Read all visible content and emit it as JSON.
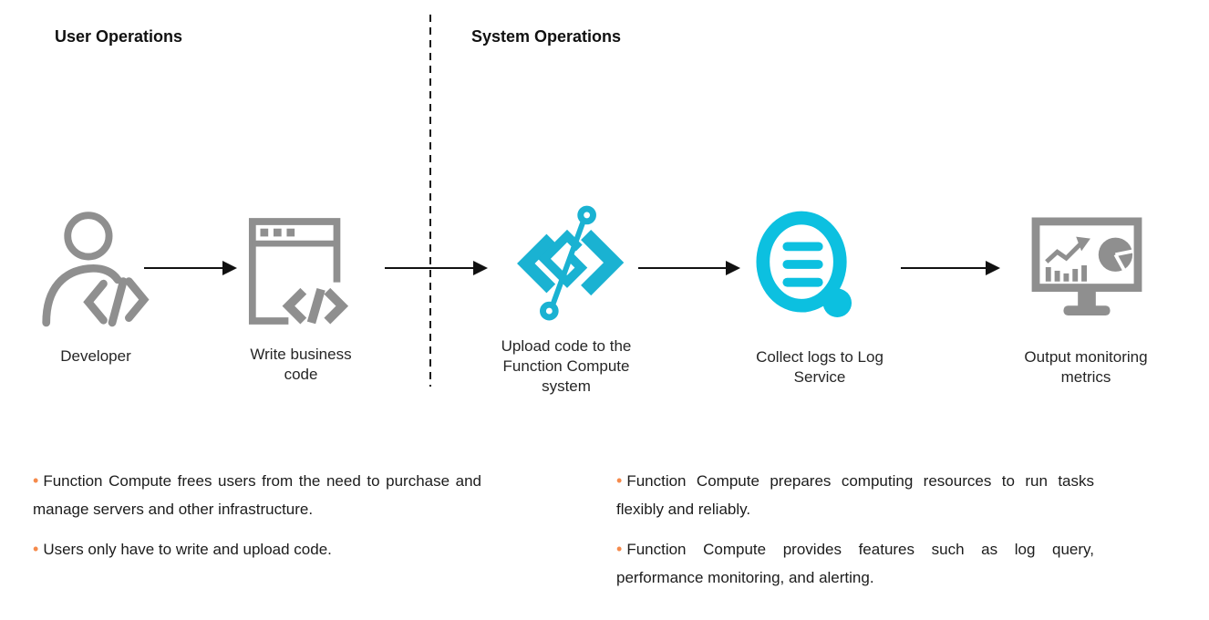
{
  "headers": {
    "left": "User Operations",
    "right": "System Operations"
  },
  "glyphs": {
    "bullet": "•"
  },
  "colors": {
    "fc_cyan": "#1ab2d2",
    "log_cyan": "#0cc0e0",
    "icon_gray": "#8f8f8f",
    "bullet_orange": "#f58a4b",
    "arrow_black": "#111111"
  },
  "flow": {
    "steps": [
      {
        "icon": "developer-icon",
        "label": "Developer"
      },
      {
        "icon": "code-window-icon",
        "label": "Write business\ncode"
      },
      {
        "icon": "function-compute-icon",
        "label": "Upload code to the\nFunction Compute\nsystem"
      },
      {
        "icon": "log-service-icon",
        "label": "Collect logs to Log\nService"
      },
      {
        "icon": "monitor-metrics-icon",
        "label": "Output monitoring\nmetrics"
      }
    ]
  },
  "notes": {
    "left": [
      "Function Compute frees users from the need to purchase and manage servers and other infrastructure.",
      "Users only have to write and upload code."
    ],
    "right": [
      "Function Compute prepares computing resources to run tasks flexibly and reliably.",
      "Function Compute provides features such as log query, performance monitoring, and alerting."
    ]
  }
}
